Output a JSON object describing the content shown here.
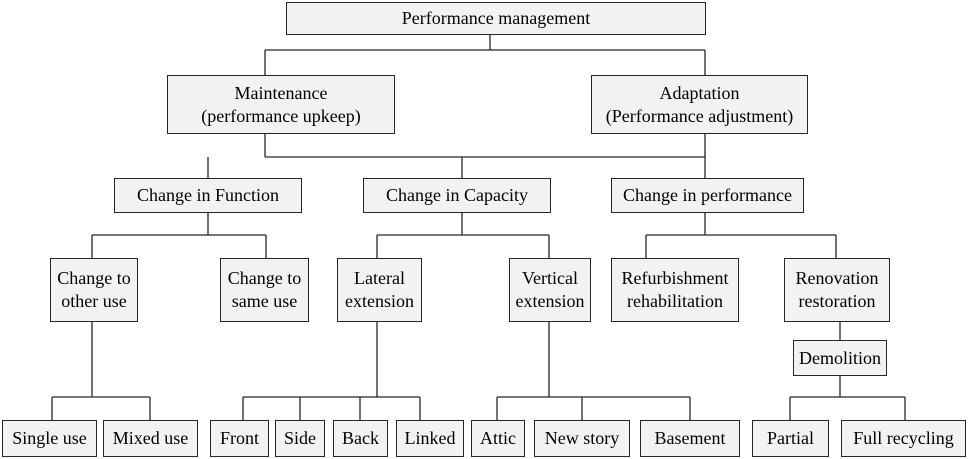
{
  "nodes": {
    "root": "Performance management",
    "maintenance": "Maintenance\n(performance upkeep)",
    "adaptation": "Adaptation\n(Performance adjustment)",
    "change_function": "Change in Function",
    "change_capacity": "Change in Capacity",
    "change_performance": "Change in performance",
    "change_other_use": "Change to\nother use",
    "change_same_use": "Change to\nsame use",
    "lateral_extension": "Lateral\nextension",
    "vertical_extension": "Vertical\nextension",
    "refurbishment": "Refurbishment\nrehabilitation",
    "renovation": "Renovation\nrestoration",
    "demolition": "Demolition",
    "single_use": "Single use",
    "mixed_use": "Mixed use",
    "front": "Front",
    "side": "Side",
    "back": "Back",
    "linked": "Linked",
    "attic": "Attic",
    "new_story": "New story",
    "basement": "Basement",
    "partial": "Partial",
    "full_recycling": "Full recycling"
  }
}
